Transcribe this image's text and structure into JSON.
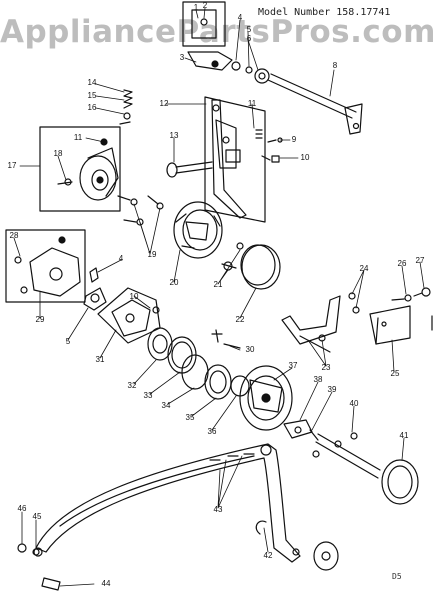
{
  "watermark": "AppliancePartsPros.com",
  "header": {
    "model_label": "Model Number 158.17741"
  },
  "page_code": "D5",
  "callouts": {
    "n1": "1",
    "n2": "2",
    "n3": "3",
    "n4a": "4",
    "n4b": "4",
    "n5": "5",
    "n6": "6",
    "n8": "8",
    "n9": "9",
    "n10a": "10",
    "n10b": "10",
    "n11a": "11",
    "n11b": "11",
    "n12": "12",
    "n13": "13",
    "n14": "14",
    "n15": "15",
    "n16": "16",
    "n17": "17",
    "n18": "18",
    "n19": "19",
    "n20": "20",
    "n21": "21",
    "n22": "22",
    "n23": "23",
    "n24": "24",
    "n25": "25",
    "n26": "26",
    "n27": "27",
    "n28": "28",
    "n29": "29",
    "n30": "30",
    "n31": "31",
    "n32": "32",
    "n33": "33",
    "n34": "34",
    "n35": "35",
    "n36": "36",
    "n37": "37",
    "n38": "38",
    "n39": "39",
    "n40": "40",
    "n41": "41",
    "n42": "42",
    "n43": "43",
    "n44": "44",
    "n45": "45",
    "n46": "46"
  }
}
